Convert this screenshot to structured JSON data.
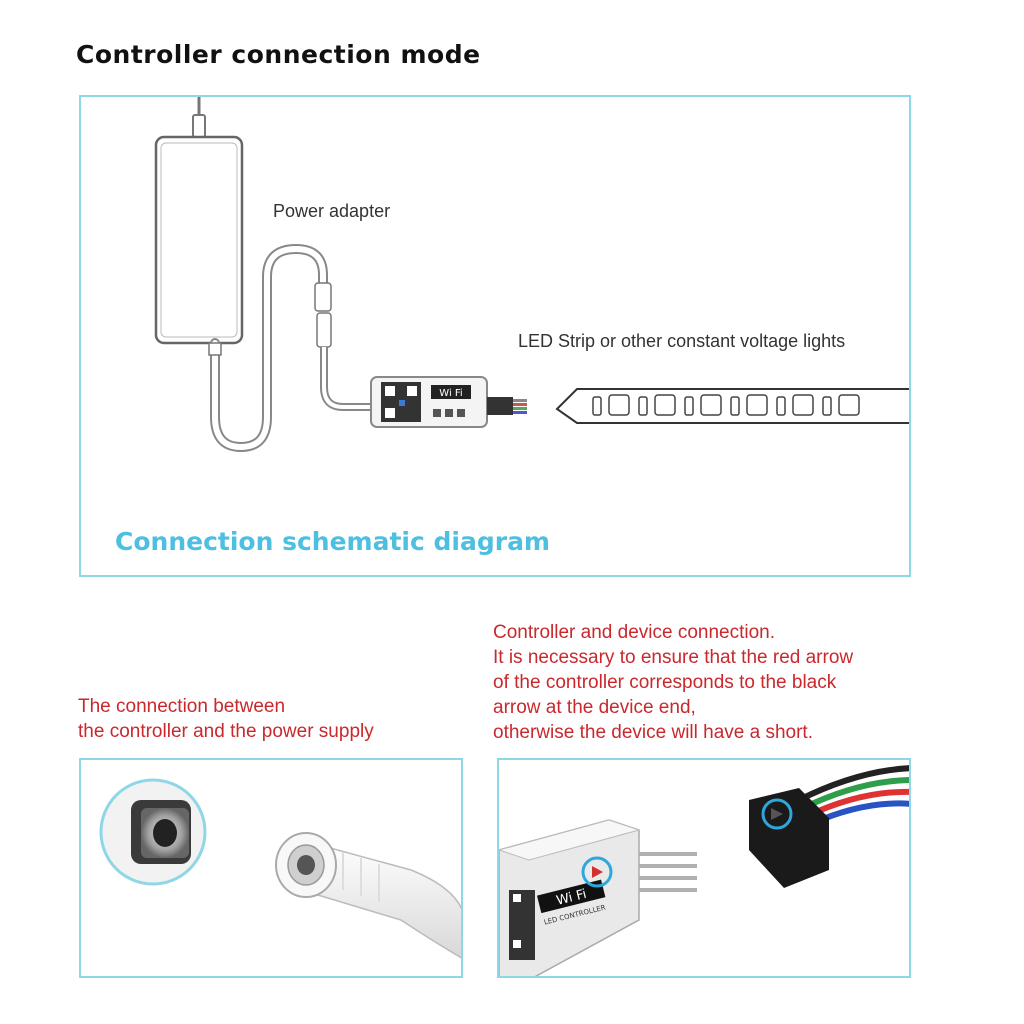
{
  "page_title": "Controller connection mode",
  "schematic": {
    "power_adapter_label": "Power adapter",
    "led_strip_label": "LED Strip or other constant voltage lights",
    "title": "Connection schematic diagram",
    "controller_badge": "Wi Fi"
  },
  "power_caption": {
    "lines": [
      "The connection between",
      "the controller and the power supply"
    ]
  },
  "device_caption": {
    "lines": [
      "Controller and device connection.",
      "It is necessary to ensure that the red arrow",
      "of the controller corresponds to the black",
      "arrow at the device end,",
      "otherwise the device will have a short."
    ]
  },
  "device_photo": {
    "badge": "Wi Fi",
    "controller_text": "LED CONTROLLER"
  },
  "colors": {
    "panel_border": "#8fd6e6",
    "accent_blue": "#4dbfe0",
    "caption_red": "#c9282d",
    "highlight_circle": "#2ea7dc"
  }
}
